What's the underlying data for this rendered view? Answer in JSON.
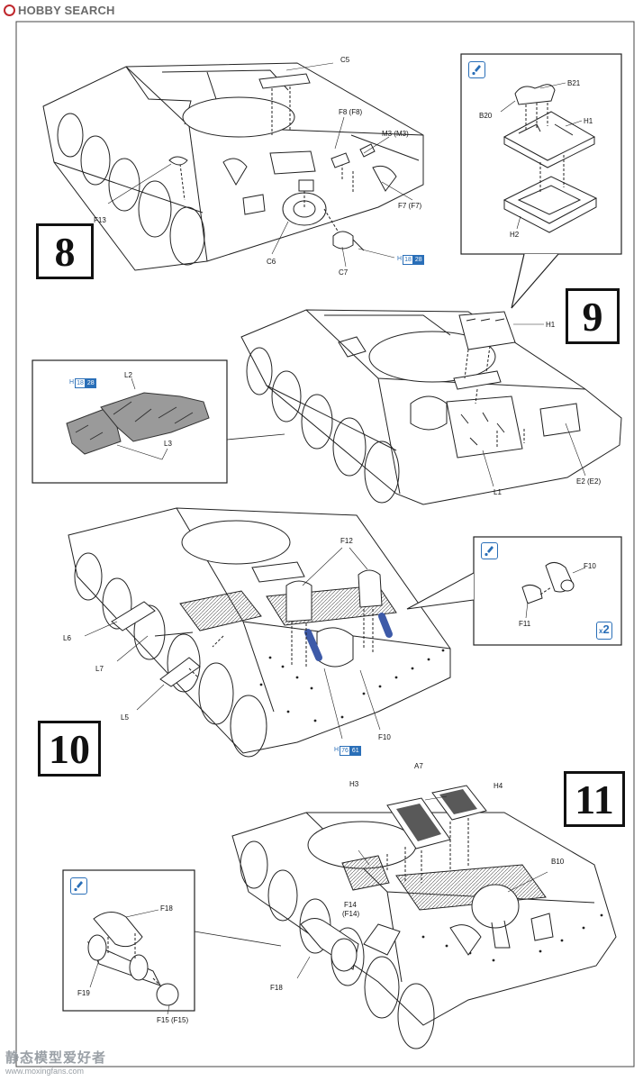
{
  "header": {
    "logo_text": "HOBBY SEARCH"
  },
  "steps": {
    "s8": "8",
    "s9": "9",
    "s10": "10",
    "s11": "11"
  },
  "step8": {
    "c5": "C5",
    "f8": "F8 (F8)",
    "m3": "M3 (M3)",
    "f13": "F13",
    "f7": "F7 (F7)",
    "c6": "C6",
    "c7": "C7",
    "paint": {
      "letter": "H",
      "n1": "18",
      "n2": "28"
    }
  },
  "step9": {
    "b21": "B21",
    "b20": "B20",
    "h1_inset": "H1",
    "h2": "H2",
    "h1": "H1",
    "l2": "L2",
    "l3": "L3",
    "l1": "L1",
    "e2": "E2 (E2)",
    "paint": {
      "letter": "H",
      "n1": "18",
      "n2": "28"
    }
  },
  "step10": {
    "f12": "F12",
    "f10_inset": "F10",
    "f11": "F11",
    "multiplier": "2",
    "multiplier_prefix": "x",
    "l6": "L6",
    "l7": "L7",
    "l5": "L5",
    "f10": "F10",
    "paint": {
      "letter": "H",
      "n1": "76",
      "n2": "61"
    }
  },
  "step11": {
    "a7": "A7",
    "h3": "H3",
    "h4": "H4",
    "b10": "B10",
    "f14": "F14",
    "f14b": "(F14)",
    "f18": "F18",
    "f18_inset": "F18",
    "f19": "F19",
    "f15": "F15 (F15)"
  },
  "watermark": {
    "cn": "静态模型爱好者",
    "url": "www.moxingfans.com"
  },
  "colors": {
    "note_blue": "#2a6fb8",
    "pipe_blue": "#3d5aa8",
    "tread_gray": "#9a9a9a"
  }
}
